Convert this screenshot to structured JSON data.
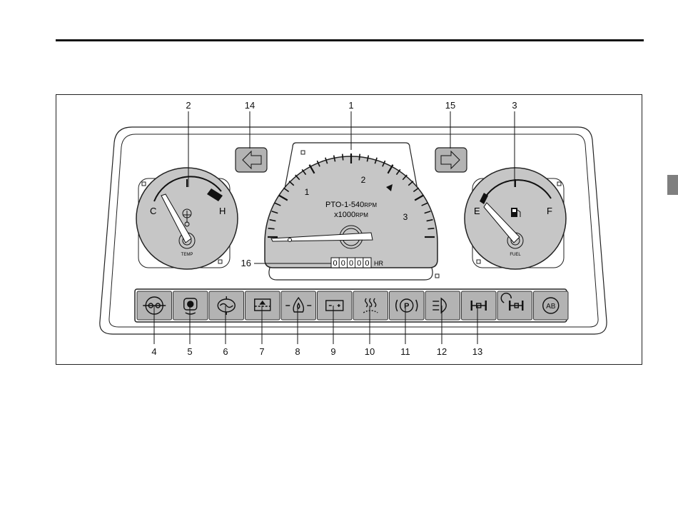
{
  "callouts": [
    "1",
    "2",
    "3",
    "4",
    "5",
    "6",
    "7",
    "8",
    "9",
    "10",
    "11",
    "12",
    "13",
    "14",
    "15",
    "16"
  ],
  "temp_gauge": {
    "cold_label": "C",
    "hot_label": "H",
    "caption": "TEMP"
  },
  "fuel_gauge": {
    "empty_label": "E",
    "full_label": "F",
    "caption": "FUEL"
  },
  "tachometer": {
    "scale_labels": [
      "1",
      "2",
      "3"
    ],
    "pto_text": "PTO-1-540",
    "pto_unit": "RPM",
    "multiplier_text": "x1000",
    "multiplier_unit": "RPM"
  },
  "hour_meter": {
    "digits": [
      "0",
      "0",
      "0",
      "0",
      "0"
    ],
    "unit": "HR"
  },
  "indicator_icons": [
    "air-filter-clog-icon",
    "radiator-fan-icon",
    "engine-oil-pressure-icon",
    "coolant-level-icon",
    "oil-filter-icon",
    "battery-charge-icon",
    "glow-plug-icon",
    "parking-brake-icon",
    "headlight-icon",
    "2wd-4wd-icon",
    "4wd-auto-icon",
    "ab-shift-icon"
  ],
  "icon_text": {
    "parking": "P",
    "ab": "AB"
  },
  "colors": {
    "gauge_fill": "#c6c6c6",
    "key_fill": "#b3b3b3",
    "ink": "#111111"
  }
}
